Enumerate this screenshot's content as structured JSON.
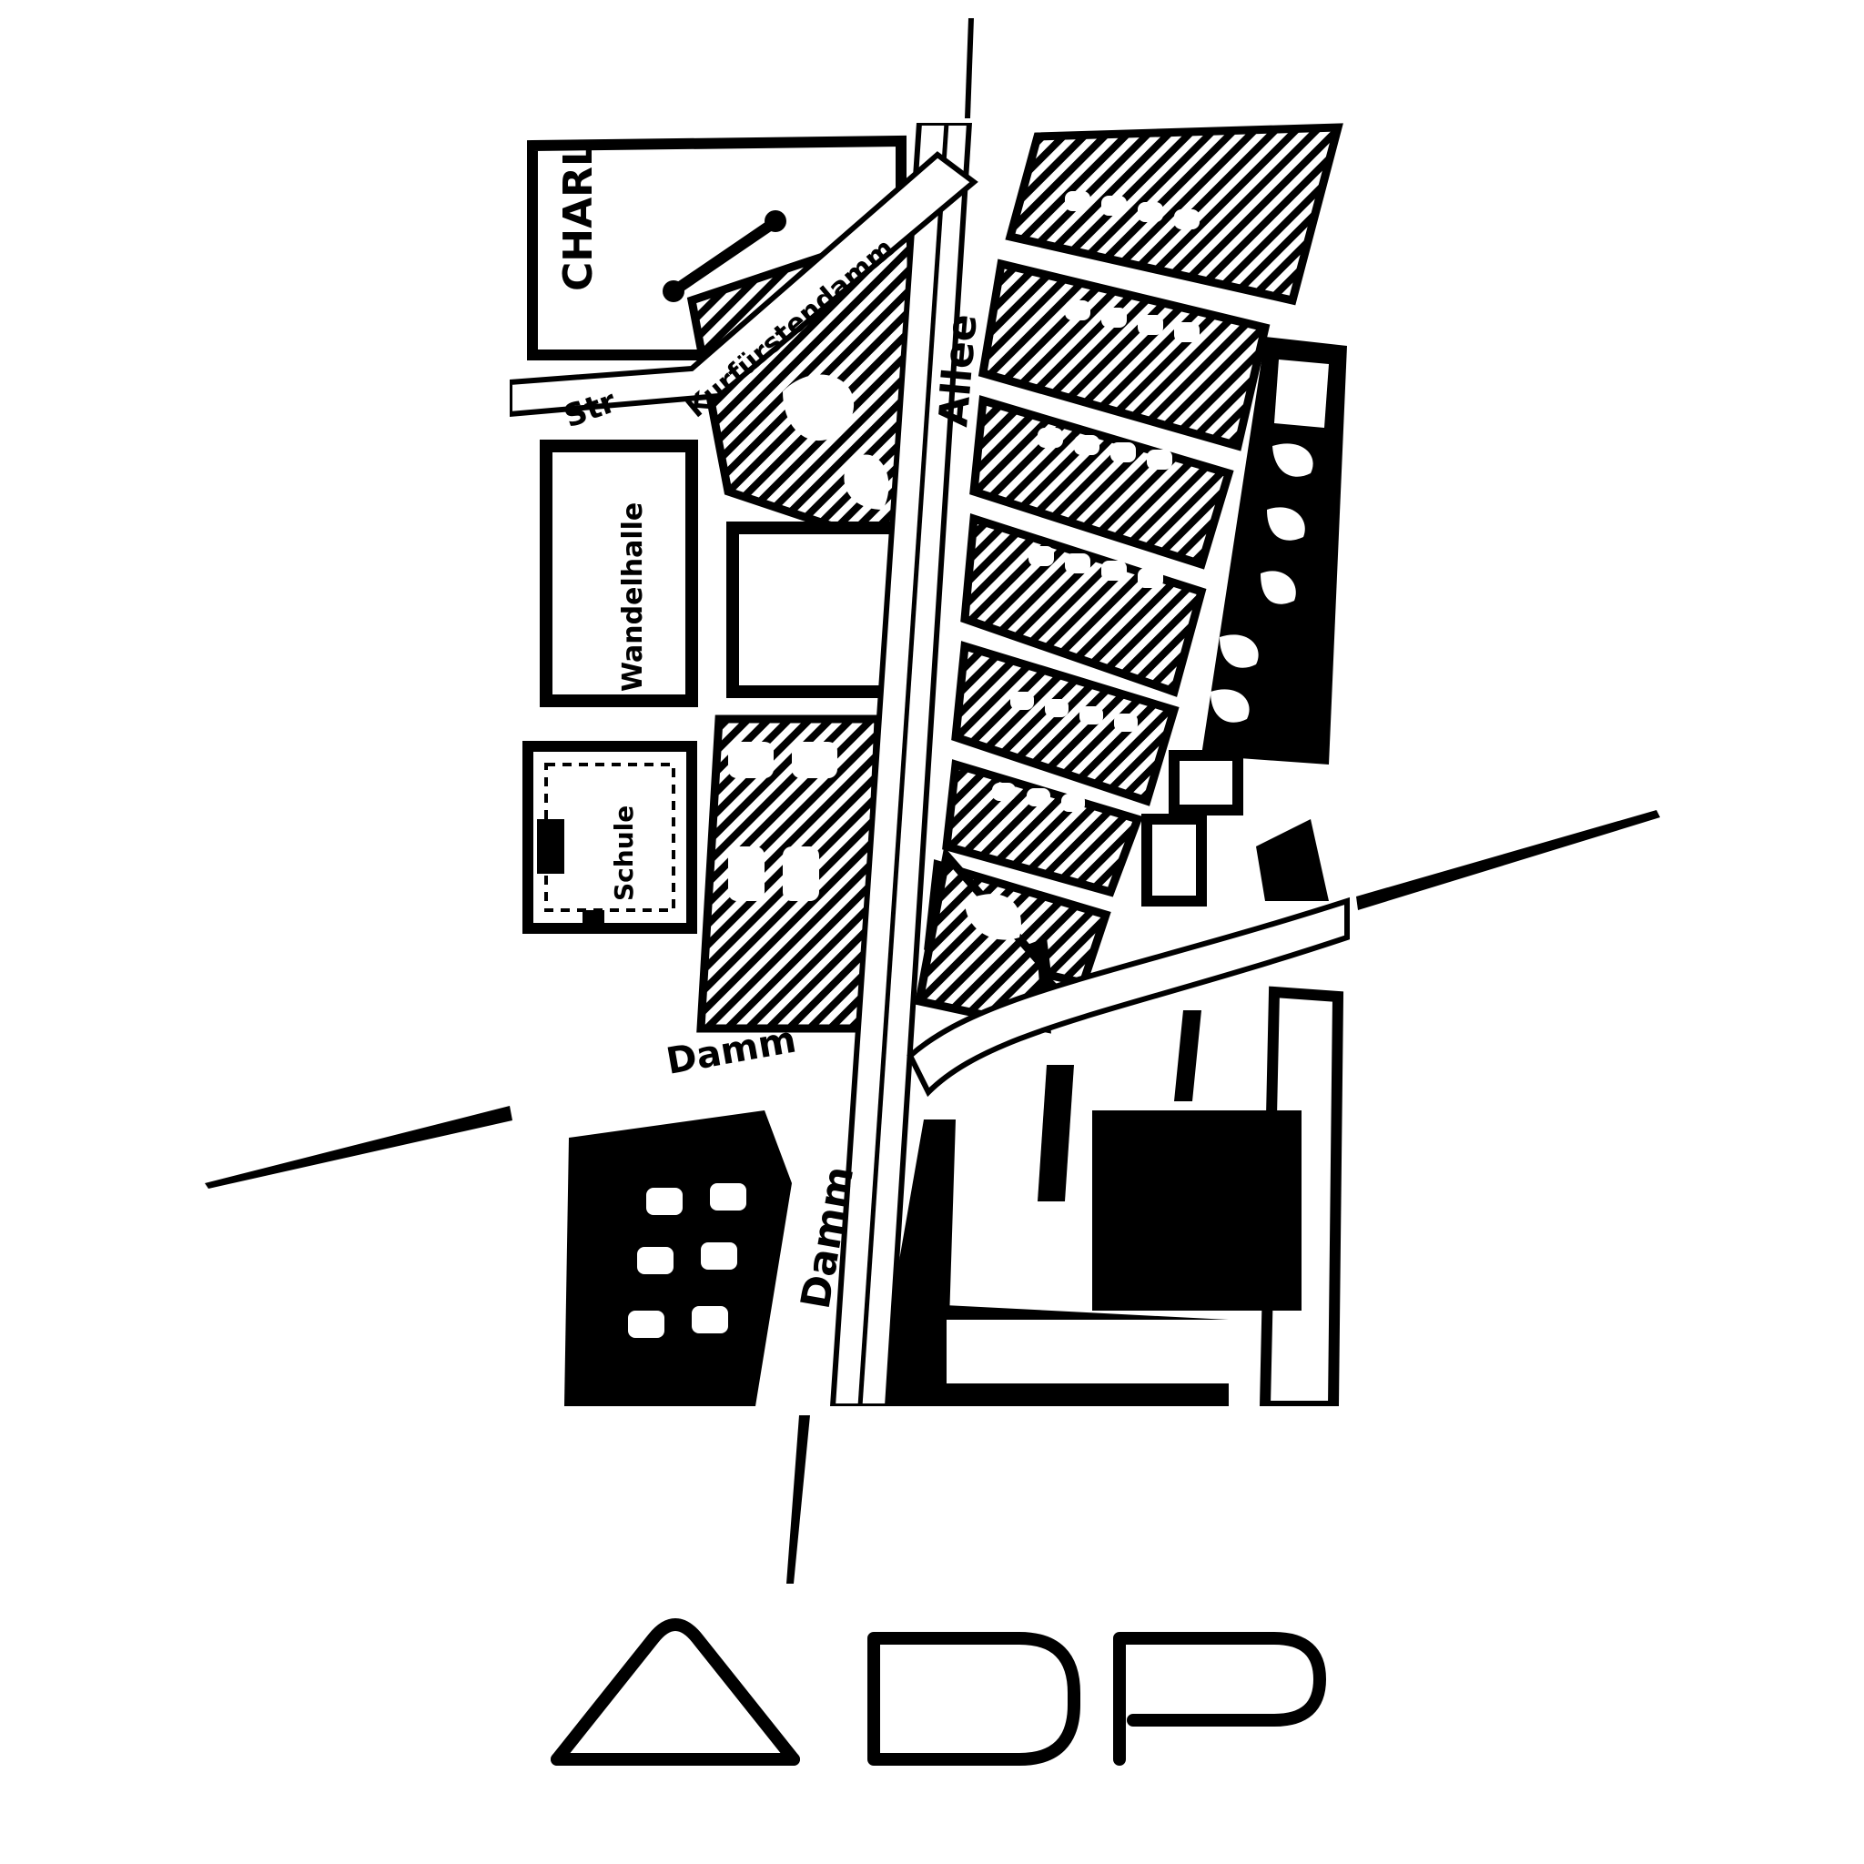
{
  "logo": {
    "wordmark": "ADP",
    "map_labels": {
      "top_left": "CHARL",
      "street_upper": "Str",
      "street_angled": "Kurfürstendamm",
      "allee": "Allee",
      "block_west_a": "Wandelhalle",
      "block_west_b": "Schule",
      "damm_west": "Damm",
      "damm_south": "Damm"
    }
  },
  "colors": {
    "ink": "#000000",
    "paper": "#ffffff"
  }
}
